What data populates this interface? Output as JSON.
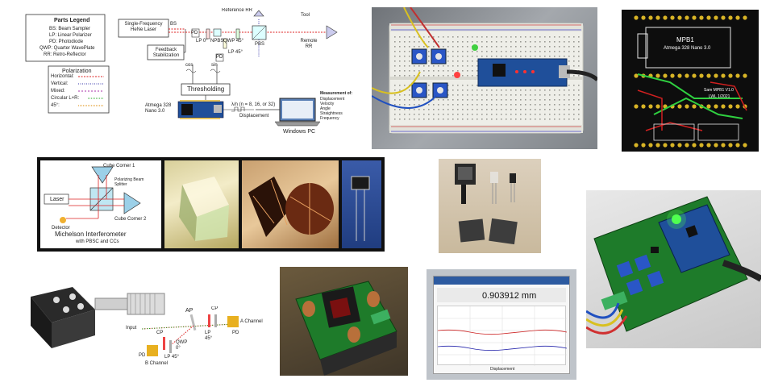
{
  "system_diagram": {
    "legend": {
      "title": "Parts Legend",
      "items": [
        "BS: Beam Sampler",
        "LP: Linear Polarizer",
        "PD: Photodiode",
        "QWP: Quarter WavePlate",
        "RR: Retro-Reflector"
      ]
    },
    "polarization": {
      "title": "Polarization",
      "items": [
        "Horizontal:",
        "Vertical:",
        "Mixed:",
        "Circular L+R:",
        "45°:"
      ]
    },
    "blocks": {
      "laser": "Single-Frequency HeNe Laser",
      "feedback": "Feedback Stabilization",
      "thresholding": "Thresholding",
      "arduino": "Atmega 328 Nano 3.0",
      "windows_pc": "Windows PC",
      "displacement": "Displacement",
      "lambda_n": "λ/n (n = 8, 16, or 32)"
    },
    "labels": {
      "bs": "BS",
      "reference_rr": "Reference RR",
      "tool": "Tool",
      "remote_rr": "Remote RR",
      "pbs": "PBS",
      "pd1": "PD",
      "pd2": "PD",
      "lp0": "LP 0°",
      "npbs": "NPBS",
      "qwp45": "QWP 45°",
      "lp45": "LP 45°",
      "cos": "cos",
      "sin": "sin"
    },
    "measurement": {
      "title": "Measurement of:",
      "items": [
        "Displacement",
        "Velocity",
        "Angle",
        "Straightness",
        "Frequency"
      ]
    }
  },
  "pcb_board": {
    "title": "MPB1",
    "subtitle": "Atmega 328 Nano 3.0",
    "credits": "Sam  MPB1 V1.0",
    "date": "LWL 1/2021"
  },
  "michelson": {
    "title": "Michelson Interferometer",
    "subtitle": "with PBSC and CCs",
    "laser": "Laser",
    "detector": "Detector",
    "cc1": "Cube Corner 1",
    "cc2": "Cube Corner 2",
    "pbs": "Polarizing Beam Splitter"
  },
  "quad_diagram": {
    "input": "Input",
    "ap": "AP",
    "cp1": "CP",
    "cp2": "CP",
    "lp45a": "LP 45°",
    "lp45b": "LP 45°",
    "qwp": "QWP 0°",
    "pd_a": "PD",
    "pd_b": "PD",
    "a_channel": "A Channel",
    "b_channel": "B Channel"
  },
  "software": {
    "readout": "0.903912 mm",
    "graph_label": "Displacement"
  },
  "colors": {
    "pcb_black": "#0d0d0d",
    "pcb_green": "#1f8a2c",
    "arduino_blue": "#1f4f9a",
    "breadboard": "#e8e8e2",
    "trim_blue": "#2a56c6"
  }
}
